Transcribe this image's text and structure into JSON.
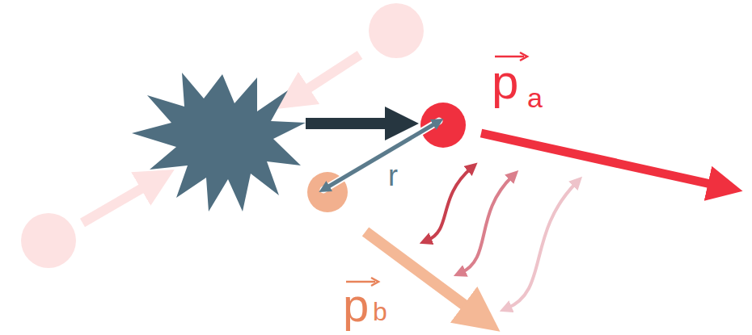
{
  "diagram": {
    "labels": [
      "p",
      "a",
      "p",
      "b",
      "r"
    ]
  }
}
